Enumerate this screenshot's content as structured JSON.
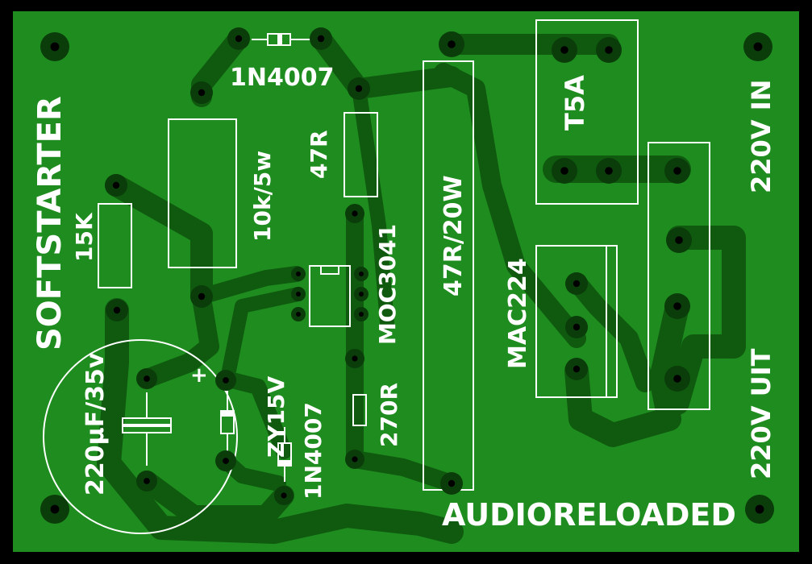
{
  "board": {
    "title": "SOFTSTARTER",
    "brand": "AUDIORELOADED",
    "colors": {
      "frame": "#000000",
      "board": "#1e8c1e",
      "trace": "#0f5a0f",
      "pad": "#0a3d0a",
      "drill": "#000000",
      "silkscreen": "#ffffff"
    }
  },
  "components": {
    "diode_top": "1N4007",
    "resistor_10k": "10k/5w",
    "resistor_47r": "47R",
    "resistor_47r_20w": "47R/20W",
    "fuse": "T5A",
    "resistor_15k": "15K",
    "optocoupler": "MOC3041",
    "triac": "MAC224",
    "resistor_270r": "270R",
    "capacitor": "220µF/35v",
    "cap_polarity": "+",
    "zener": "ZY15V",
    "diode_bottom": "1N4007"
  },
  "connectors": {
    "input": "220V IN",
    "output": "220V UIT"
  }
}
